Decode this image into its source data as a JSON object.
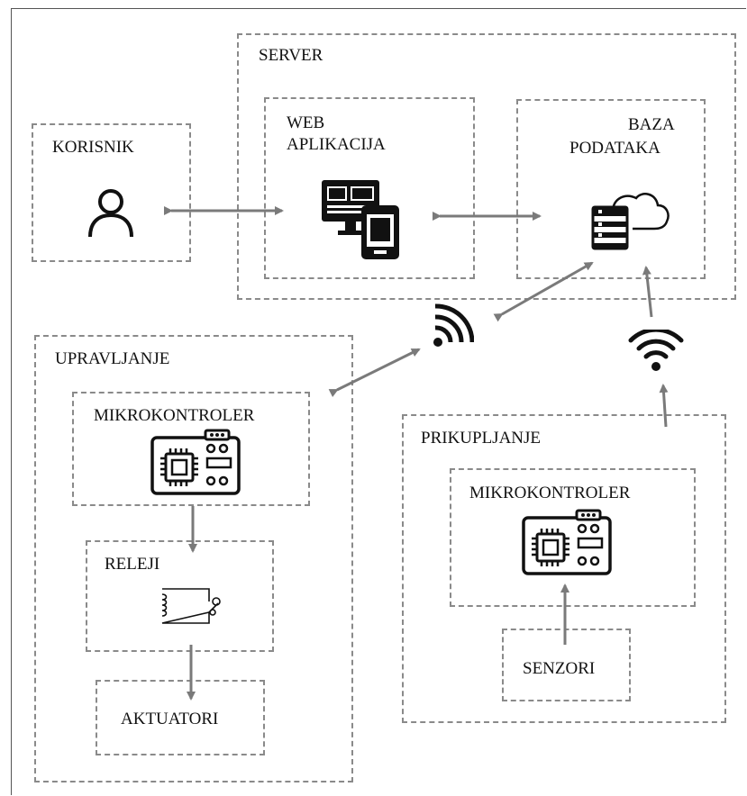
{
  "diagram": {
    "server": {
      "title": "SERVER"
    },
    "korisnik": {
      "title": "KORISNIK"
    },
    "web_app": {
      "title_line1": "WEB",
      "title_line2": "APLIKACIJA"
    },
    "baza": {
      "title_line1": "BAZA",
      "title_line2": "PODATAKA"
    },
    "upravljanje": {
      "title": "UPRAVLJANJE",
      "mcu": "MIKROKONTROLER",
      "releji": "RELEJI",
      "aktuatori": "AKTUATORI"
    },
    "prikupljanje": {
      "title": "PRIKUPLJANJE",
      "mcu": "MIKROKONTROLER",
      "senzori": "SENZORI"
    }
  },
  "icons": [
    "user-icon",
    "web-devices-icon",
    "database-cloud-icon",
    "wifi-signal-icon",
    "wifi-icon",
    "microcontroller-icon",
    "relay-icon"
  ],
  "colors": {
    "border": "#8a8a8a",
    "arrow": "#7a7a7a",
    "icon": "#111111"
  }
}
